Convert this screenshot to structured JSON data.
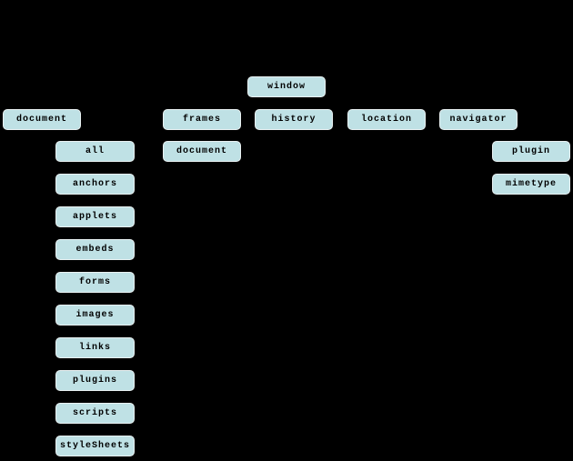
{
  "colors": {
    "background": "#000000",
    "node_fill": "#bfe1e5",
    "node_border": "#e9f1f2",
    "node_text": "#000000"
  },
  "diagram": {
    "type": "hierarchy-tree",
    "nodes": {
      "window": {
        "label": "window"
      },
      "document": {
        "label": "document"
      },
      "frames": {
        "label": "frames"
      },
      "history": {
        "label": "history"
      },
      "location": {
        "label": "location"
      },
      "navigator": {
        "label": "navigator"
      },
      "all": {
        "label": "all"
      },
      "frames_document": {
        "label": "document"
      },
      "plugin": {
        "label": "plugin"
      },
      "anchors": {
        "label": "anchors"
      },
      "mimetype": {
        "label": "mimetype"
      },
      "applets": {
        "label": "applets"
      },
      "embeds": {
        "label": "embeds"
      },
      "forms": {
        "label": "forms"
      },
      "images": {
        "label": "images"
      },
      "links": {
        "label": "links"
      },
      "plugins": {
        "label": "plugins"
      },
      "scripts": {
        "label": "scripts"
      },
      "styleSheets": {
        "label": "styleSheets"
      }
    }
  }
}
